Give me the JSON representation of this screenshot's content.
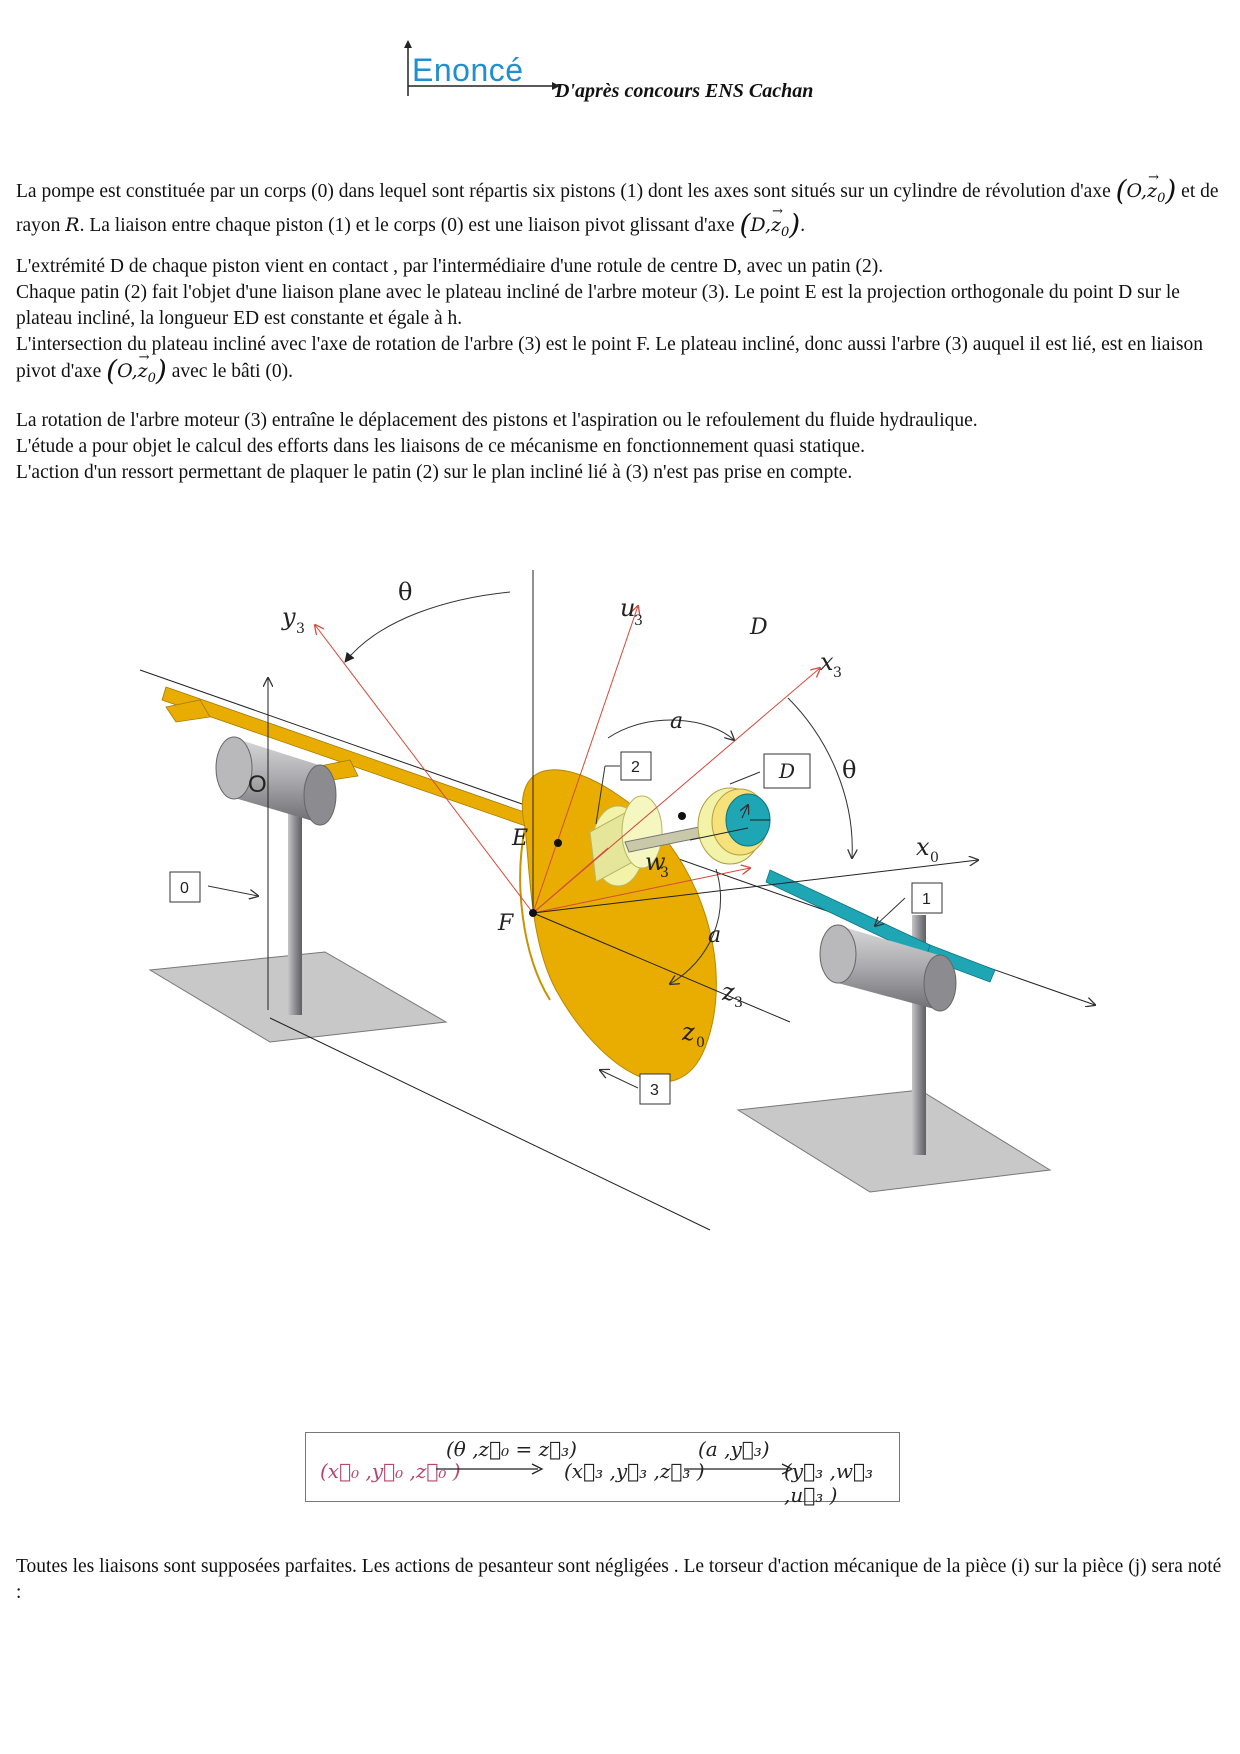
{
  "header": {
    "logo_word": "Enoncé",
    "source": "D'après concours ENS Cachan"
  },
  "intro": {
    "p1_a": "La pompe est constituée par un corps (0) dans lequel sont répartis six pistons (1) dont les axes sont situés sur un cylindre de révolution d'axe",
    "p1_b": "et de rayon",
    "p1_c": ". La liaison entre chaque piston (1) et le corps (0) est une liaison pivot glissant d'axe",
    "p1_d": ".",
    "p2": "L'extrémité D de chaque piston vient en contact , par l'intermédiaire d'une rotule de centre D, avec un patin (2).",
    "p3": "Chaque patin (2) fait l'objet d'une liaison plane avec le plateau incliné de l'arbre moteur (3). Le point E est la projection orthogonale du point D sur le plateau incliné, la longueur ED est constante et égale à h.",
    "p4_a": "L'intersection du plateau incliné avec l'axe de rotation de l'arbre (3) est le point F. Le plateau incliné, donc aussi l'arbre (3) auquel il est lié, est en liaison pivot d'axe",
    "p4_b": "avec le bâti (0).",
    "p5": "La rotation de l'arbre moteur (3) entraîne le déplacement des pistons et l'aspiration ou le refoulement du fluide hydraulique.",
    "p6": "L'étude a pour objet le calcul des efforts dans les liaisons de ce mécanisme en fonctionnement quasi statique.",
    "p7": "L'action d'un ressort permettant de plaquer le patin (2) sur le plan incliné lié à (3) n'est pas prise en compte."
  },
  "math": {
    "axis_O_point": "O",
    "axis_D_point": "D",
    "z0": "z",
    "radius": "R"
  },
  "figure": {
    "labels": {
      "y0": "y",
      "y3": "y",
      "u3": "u",
      "x3": "x",
      "x0": "x",
      "w3": "w",
      "z3": "z",
      "z0": "z",
      "theta_top": "θ",
      "theta_right": "θ",
      "alpha_top": "a",
      "alpha_bottom": "a",
      "D_italic": "D",
      "E": "E",
      "F": "F",
      "O": "O"
    },
    "boxes": {
      "b0": "0",
      "b1": "1",
      "b2": "2",
      "b3": "3",
      "bD": "D"
    },
    "colors": {
      "plate": "#e8ad00",
      "shaft": "#e8ad00",
      "piston": "#1ea6b4",
      "patin": "#f2f2a8",
      "support": "#9a9aa0",
      "base": "#c9c9c9",
      "vector": "#d24b3c"
    }
  },
  "sequence": {
    "frame0": "(x⃗₀ ,y⃗₀ ,z⃗₀ )",
    "rot1": "(θ ,z⃗₀ = z⃗₃)",
    "frame1": "(x⃗₃ ,y⃗₃ ,z⃗₃ )",
    "rot2": "(a ,y⃗₃)",
    "frame2": "(y⃗₃ ,w⃗₃ ,u⃗₃ )"
  },
  "conclusion": "Toutes les liaisons sont supposées parfaites. Les actions de pesanteur sont négligées . Le torseur d'action mécanique de la pièce (i) sur la pièce (j) sera noté :"
}
